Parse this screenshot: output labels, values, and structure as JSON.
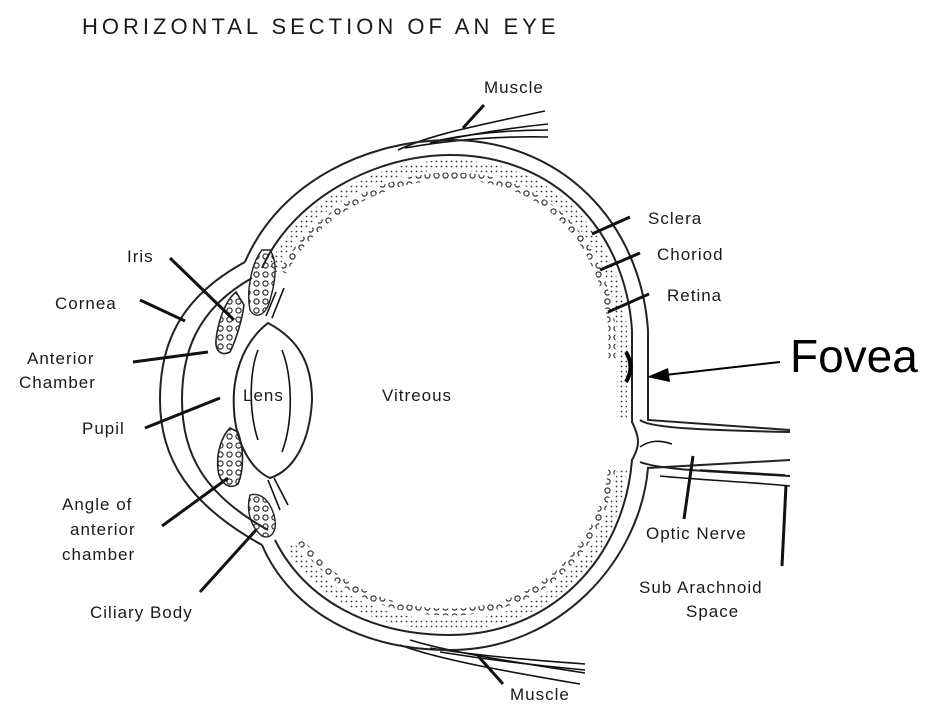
{
  "title": "HORIZONTAL SECTION OF AN EYE",
  "labels": {
    "muscle_top": "Muscle",
    "muscle_bottom": "Muscle",
    "sclera": "Sclera",
    "choriod": "Choriod",
    "retina": "Retina",
    "fovea": "Fovea",
    "iris": "Iris",
    "cornea": "Cornea",
    "anterior_chamber_1": "Anterior",
    "anterior_chamber_2": "Chamber",
    "lens": "Lens",
    "vitreous": "Vitreous",
    "pupil": "Pupil",
    "angle_1": "Angle of",
    "angle_2": "anterior",
    "angle_3": "chamber",
    "ciliary_body": "Ciliary Body",
    "optic_nerve": "Optic Nerve",
    "sub_arachnoid_1": "Sub Arachnoid",
    "sub_arachnoid_2": "Space"
  },
  "colors": {
    "line": "#111111",
    "background": "#ffffff"
  }
}
